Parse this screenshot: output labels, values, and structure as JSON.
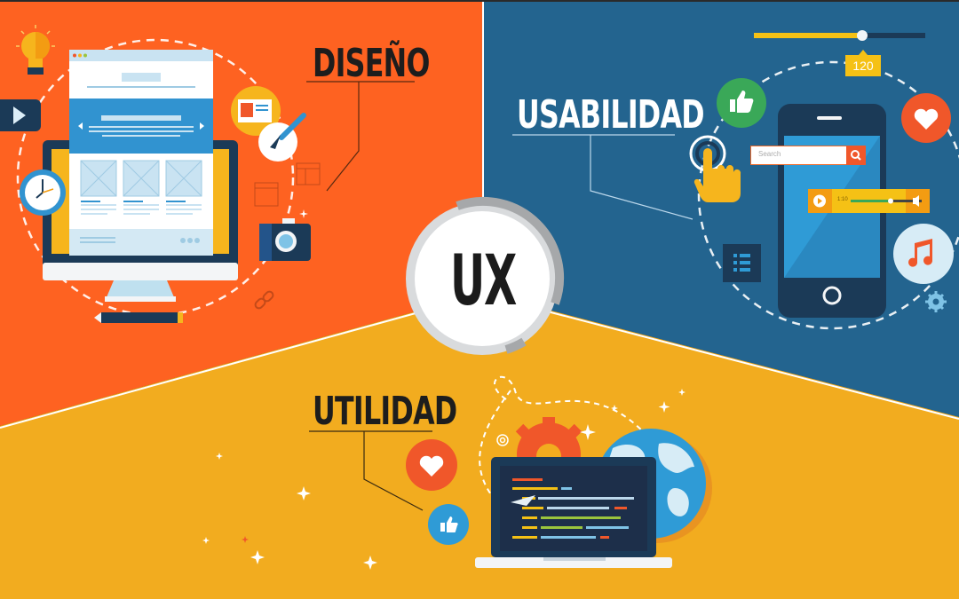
{
  "title": "UX",
  "sections": {
    "diseno": {
      "label": "DISEÑO",
      "color": "#fe6221"
    },
    "usabilidad": {
      "label": "USABILIDAD",
      "color": "#23648f"
    },
    "utilidad": {
      "label": "UTILIDAD",
      "color": "#f2ac1f"
    }
  },
  "center": {
    "label": "UX"
  },
  "usabilidad_widgets": {
    "slider_value": "120",
    "search_placeholder": "Search",
    "player_time": "1:10"
  },
  "icons": [
    "lightbulb-icon",
    "video-play-icon",
    "clock-icon",
    "browser-mockup-icon",
    "paint-brush-icon",
    "image-card-icon",
    "camera-icon",
    "link-icon",
    "pencil-icon",
    "layout-icon",
    "thumbs-up-icon",
    "heart-icon",
    "touch-hand-icon",
    "smartphone-icon",
    "search-icon",
    "audio-player-icon",
    "music-note-icon",
    "gear-icon",
    "list-icon",
    "slider-icon",
    "laptop-code-icon",
    "globe-icon",
    "paper-plane-icon",
    "sparkle-icon"
  ],
  "colors": {
    "orange": "#fe6221",
    "blue": "#23648f",
    "yellow": "#f2ac1f",
    "navy": "#1b3a57",
    "light_blue": "#2f9bd6",
    "green": "#3aa858",
    "white": "#ffffff"
  }
}
